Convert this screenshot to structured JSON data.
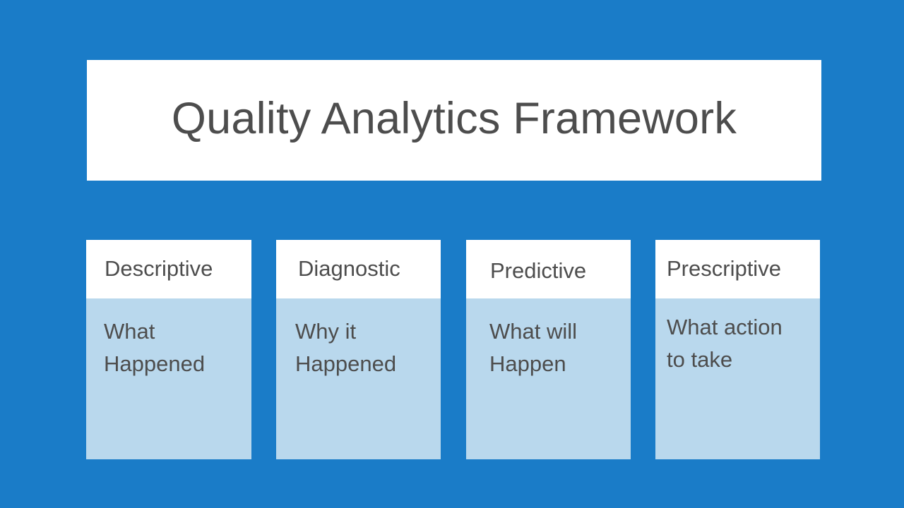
{
  "slide": {
    "background_color": "#1a7cc8",
    "title": "Quality Analytics Framework",
    "title_color": "#4d4d4d",
    "card_header_bg": "#ffffff",
    "card_body_bg": "#b9d8ed"
  },
  "cards": [
    {
      "header": "Descriptive",
      "body": "What\nHappened"
    },
    {
      "header": "Diagnostic",
      "body": "Why it\nHappened"
    },
    {
      "header": "Predictive",
      "body": "What will\nHappen"
    },
    {
      "header": "Prescriptive",
      "body": "What action\nto take"
    }
  ]
}
